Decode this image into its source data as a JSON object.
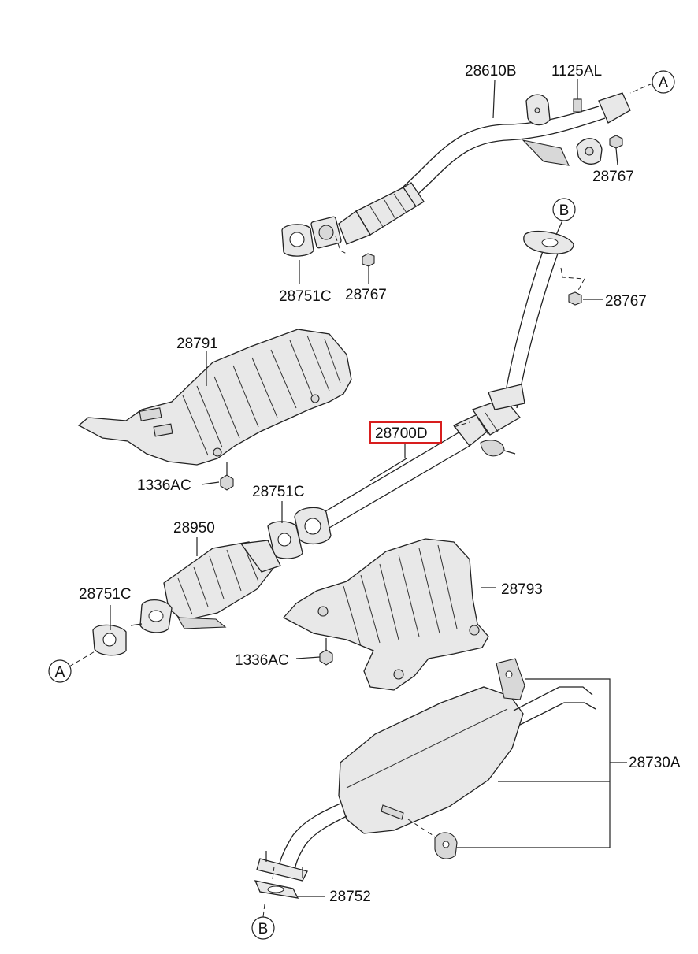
{
  "labels": {
    "p28610B": "28610B",
    "p1125AL": "1125AL",
    "p28767_top": "28767",
    "p28751C_top": "28751C",
    "p28767_mid": "28767",
    "p28767_right": "28767",
    "p28791": "28791",
    "p1336AC_top": "1336AC",
    "p28700D": "28700D",
    "p28751C_mid": "28751C",
    "p28950": "28950",
    "p28751C_left": "28751C",
    "p28793": "28793",
    "p1336AC_bottom": "1336AC",
    "p28730A": "28730A",
    "p28752": "28752"
  },
  "refs": {
    "a_top": "A",
    "b_top": "B",
    "a_bottom": "A",
    "b_bottom": "B"
  },
  "highlight_color": "#d81e1e"
}
